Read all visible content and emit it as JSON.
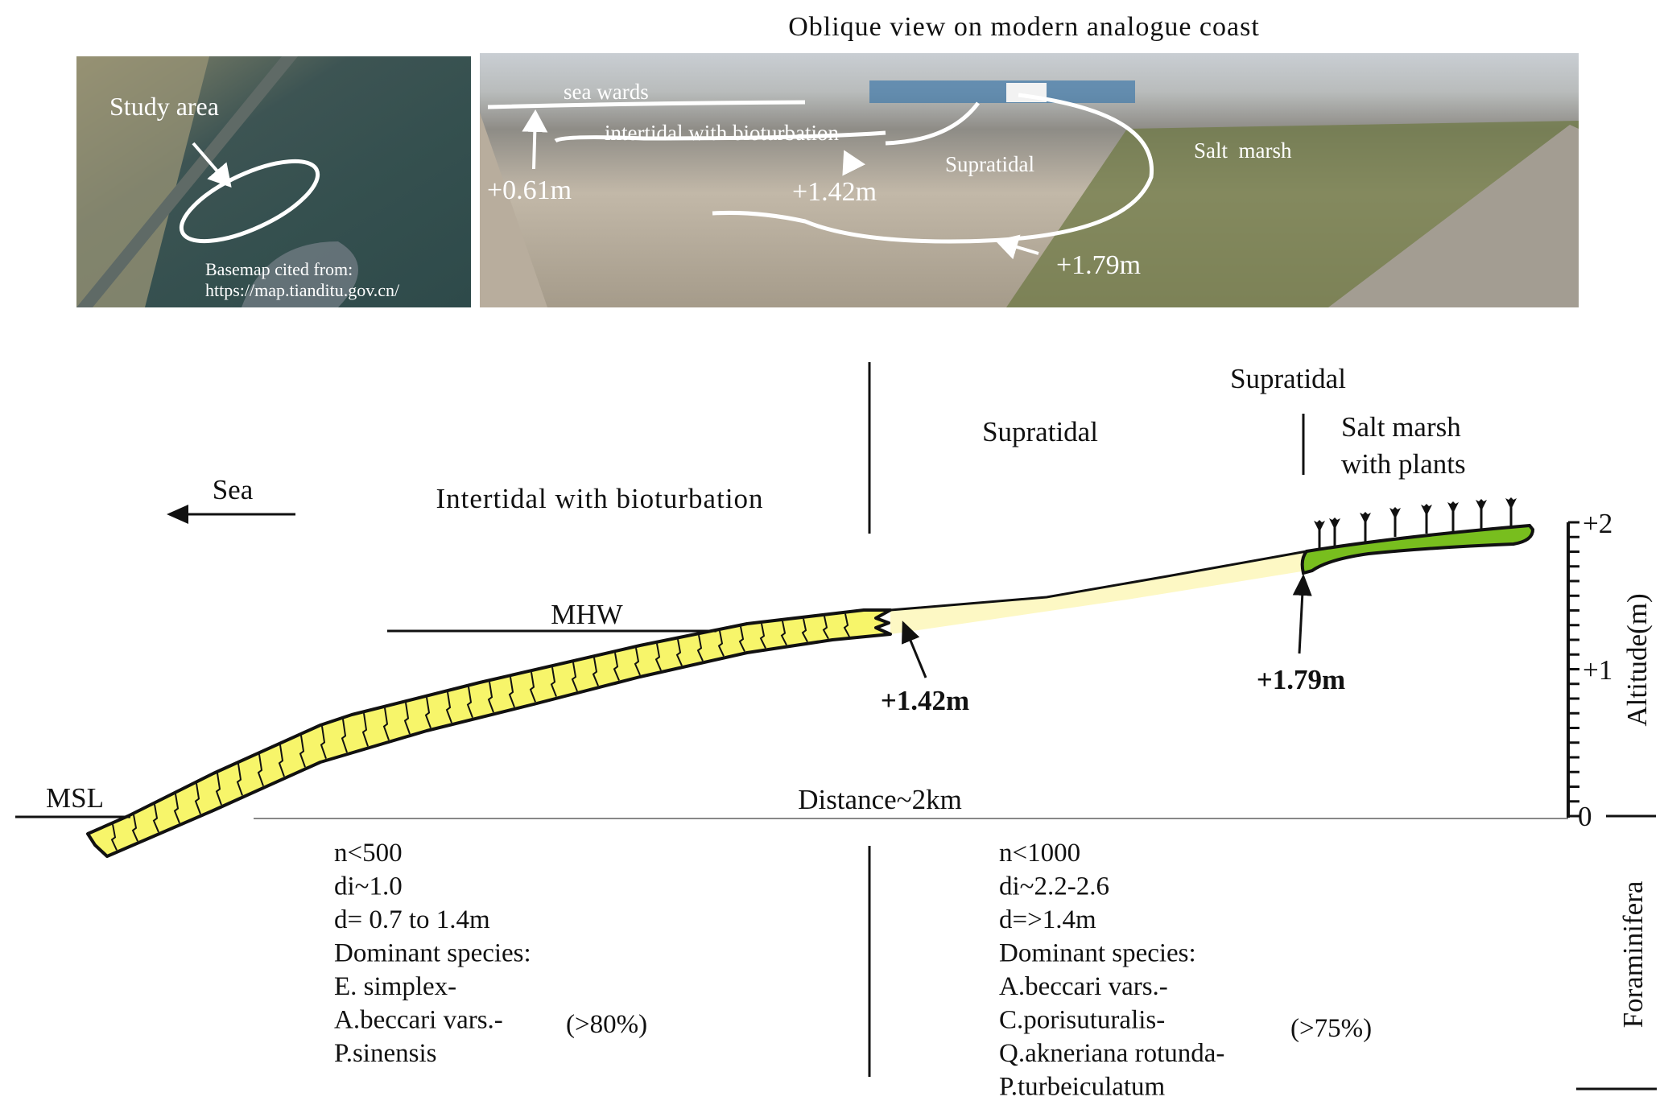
{
  "title": "Oblique view on modern analogue coast",
  "map": {
    "study_area": "Study area",
    "basemap_line1": "Basemap cited from:",
    "basemap_line2": "https://map.tianditu.gov.cn/"
  },
  "photo": {
    "sea_wards": "sea wards",
    "intertidal": "intertidal with bioturbation",
    "elev_061": "+0.61m",
    "elev_142": "+1.42m",
    "supratidal": "Supratidal",
    "salt_marsh": "Salt  marsh",
    "elev_179": "+1.79m"
  },
  "profile": {
    "supratidal_top": "Supratidal",
    "supratidal": "Supratidal",
    "salt_marsh_1": "Salt marsh",
    "salt_marsh_2": "with plants",
    "sea": "Sea",
    "intertidal": "Intertidal with bioturbation",
    "mhw": "MHW",
    "msl": "MSL",
    "elev_142": "+1.42m",
    "elev_179": "+1.79m",
    "distance": "Distance~2km",
    "axis_label": "Altitude(m)",
    "axis_ticks": [
      "+2",
      "+1",
      "0"
    ],
    "foraminifera": "Foraminifera",
    "colors": {
      "intertidal": "#f7f56a",
      "supratidal": "#fdf8c4",
      "salt_marsh": "#78be1e"
    }
  },
  "foram_left": {
    "lines": [
      "n˂500",
      "di~1.0",
      "d= 0.7 to 1.4m",
      "Dominant species:",
      "E. simplex-",
      "A.beccari vars.-",
      "P.sinensis"
    ],
    "percent": "(>80%)"
  },
  "foram_right": {
    "lines": [
      "n˂1000",
      "di~2.2-2.6",
      "d=>1.4m",
      "Dominant species:",
      "A.beccari vars.-",
      "C.porisuturalis-",
      "Q.akneriana rotunda-",
      "P.turbeiculatum"
    ],
    "percent": "(>75%)"
  }
}
